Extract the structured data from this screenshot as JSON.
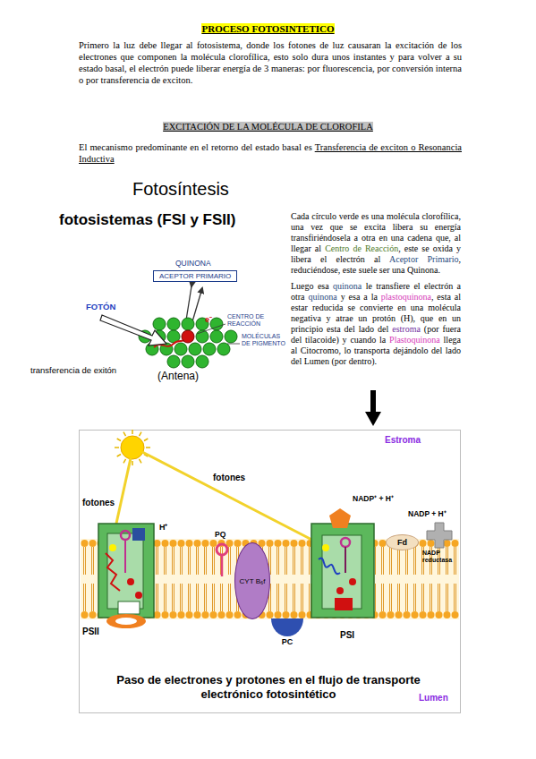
{
  "diagram": {
    "title": "PROCESO FOTOSINTETICO",
    "caption": "Paso de electrones y protones en el flujo de transporte electrónico fotosintético",
    "nodes": [
      {
        "text": [
          "ACEPTOR PRIMARIO"
        ]
      },
      {
        "text": [
          "CYT B₆f"
        ]
      },
      {
        "text": [
          "Fd"
        ]
      },
      {
        "text": [
          "PC"
        ]
      }
    ],
    "labels": [
      "Primero la luz debe llegar al fotosistema, donde los fotones de luz causaran la excitación de los electrones que componen la molécula clorofílica, esto solo dura unos instantes y para volver a su estado basal, el electrón puede liberar energía de 3 maneras: por fluorescencia, por conversión interna o por transferencia de exciton.",
      "EXCITACIÓN DE LA MOLÉCULA DE CLOROFILA",
      "El mecanismo predominante en el retorno del estado basal es",
      "Transferencia de exciton o Resonancia Inductiva",
      "Fotosíntesis",
      "fotosistemas (FSI y FSII)",
      "QUINONA",
      "e⁻",
      "FOTÓN",
      "CENTRO DE REACCIÓN",
      "MOLÉCULAS DE PIGMENTO",
      "(Antena)",
      "transferencia de exitón",
      "Cada círculo verde es una molécula clorofílica, una vez que se excita libera su energía transfiriéndosela a otra en una cadena que, al llegar al",
      "Centro de Reacción",
      ", este se oxida y libera el electrón al",
      "Aceptor Primario",
      ", reduciéndose, este suele ser una Quinona.",
      "Luego esa",
      "quinona",
      "le transfiere el electrón a otra",
      "quinona",
      "y esa a la",
      "plastoquinona",
      ", esta al estar reducida se convierte en una molécula negativa y atrae un protón (H), que en un principio esta del lado del",
      "estroma",
      "(por fuera del tilacoide) y cuando la",
      "Plastoquinona",
      "llega al Citocromo, lo transporta dejándolo del lado del Lumen (por dentro).",
      "Estroma",
      "fotones",
      "fotones",
      "H⁺",
      "PQ",
      "NADP⁺ + H⁺",
      "NADP + H⁺",
      "NADP reductasa",
      "PSII",
      "PSI",
      "Lumen"
    ]
  }
}
